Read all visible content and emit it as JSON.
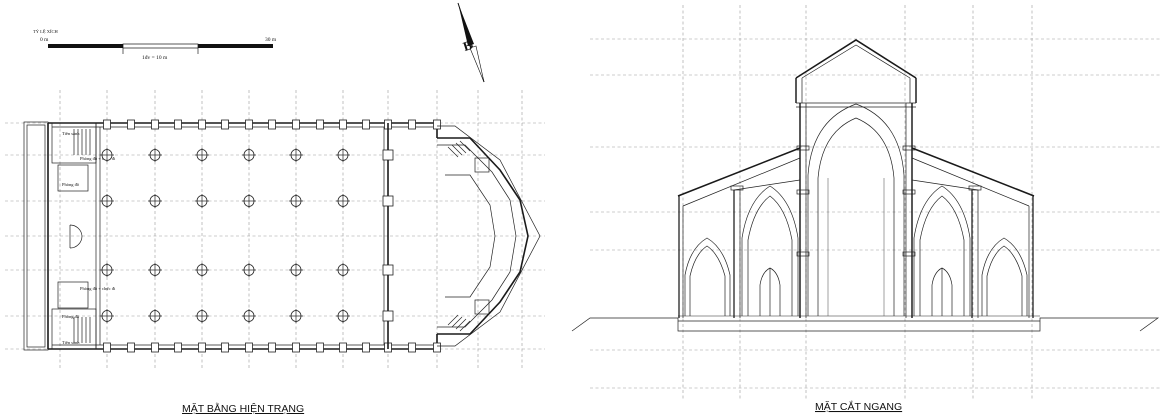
{
  "scale_bar": {
    "title": "TỶ LỆ XÍCH",
    "start_label": "0 m",
    "end_label": "30 m",
    "unit_label": "1đv = 10 m"
  },
  "north_arrow": {
    "letter": "B"
  },
  "plan": {
    "caption": "MẶT BẰNG HIỆN TRẠNG",
    "room_labels": [
      "Tiền sảnh",
      "Phòng đồ + chức đi",
      "Phòng đồ",
      "Tiền sảnh",
      "Phòng đồ + chức đi",
      "Phòng đồ"
    ]
  },
  "section": {
    "caption": "MẶT CẮT NGANG"
  }
}
